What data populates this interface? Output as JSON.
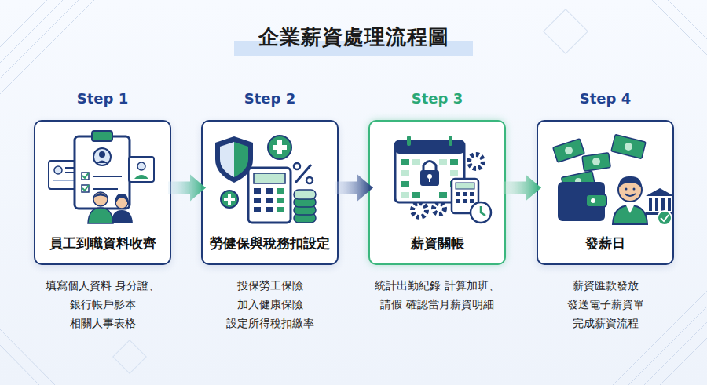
{
  "diagram": {
    "title": "企業薪資處理流程圖",
    "nodes": [
      {
        "text": [
          "Step 1",
          "員工到職資料收齊",
          "填寫個人資料 身分證、銀行帳戶影本 相關人事表格"
        ]
      },
      {
        "text": [
          "Step 2",
          "勞健保與稅務扣設定",
          "投保勞工保險 加入健康保險 設定所得稅扣繳率"
        ]
      },
      {
        "text": [
          "Step 3",
          "薪資關帳",
          "統計出勤紀錄 計算加班、請假 確認當月薪資明細"
        ]
      },
      {
        "text": [
          "Step 4",
          "發薪日",
          "薪資匯款發放 發送電子薪資單 完成薪資流程"
        ]
      }
    ],
    "edges": [
      {
        "from": 0,
        "to": 1,
        "arrow": "to"
      },
      {
        "from": 1,
        "to": 2,
        "arrow": "to"
      },
      {
        "from": 2,
        "to": 3,
        "arrow": "to"
      }
    ]
  }
}
